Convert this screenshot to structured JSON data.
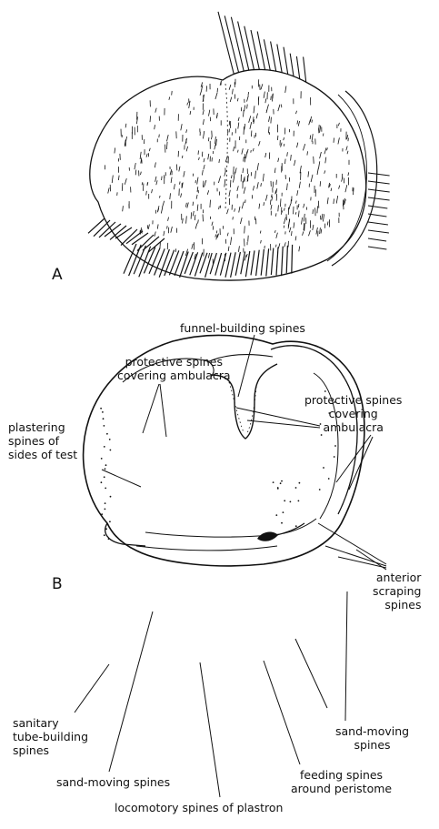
{
  "panels": {
    "a": "A",
    "b": "B"
  },
  "labels": {
    "funnel_building": "funnel-building spines",
    "protective_left": [
      "protective spines",
      "covering ambulacra"
    ],
    "protective_right": [
      "protective spines",
      "covering",
      "ambulacra"
    ],
    "plastering": [
      "plastering",
      "spines of",
      "sides of test"
    ],
    "anterior_scraping": [
      "anterior",
      "scraping",
      "spines"
    ],
    "sanitary": [
      "sanitary",
      "tube-building",
      "spines"
    ],
    "sand_moving_right": [
      "sand-moving",
      "spines"
    ],
    "sand_moving_bottom": "sand-moving spines",
    "feeding": [
      "feeding spines",
      "around peristome"
    ],
    "locomotory": "locomotory spines of plastron"
  }
}
